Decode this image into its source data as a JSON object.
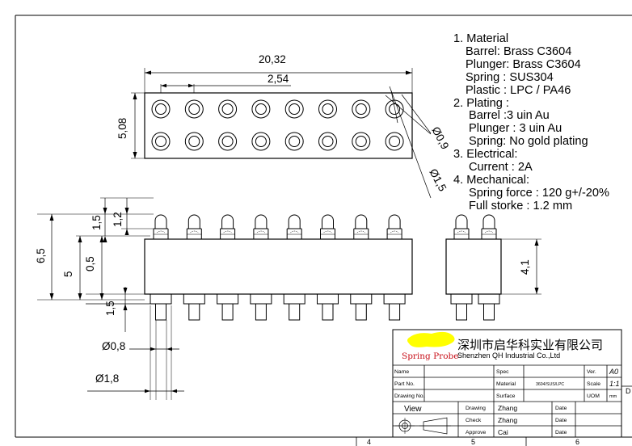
{
  "dimensions": {
    "overall_width": "20,32",
    "pitch": "2,54",
    "body_height": "5,08",
    "hole_small": "Ø0,9",
    "hole_large": "Ø1,5",
    "plunger_height": "1,5",
    "tip_height": "1,2",
    "total_height": "6,5",
    "body_thickness": "5",
    "plunger_offset": "0,5",
    "tail_length": "1,5",
    "tail_diameter": "Ø0,8",
    "collar_diameter": "Ø1,8",
    "side_body_height": "4,1"
  },
  "notes": [
    {
      "text": "1. Material",
      "level": 0
    },
    {
      "text": "Barrel: Brass C3604",
      "level": 1
    },
    {
      "text": "Plunger: Brass C3604",
      "level": 1
    },
    {
      "text": "Spring : SUS304",
      "level": 1
    },
    {
      "text": "Plastic : LPC / PA46",
      "level": 1
    },
    {
      "text": "2. Plating :",
      "level": 0
    },
    {
      "text": "Barrel :3 uin Au",
      "level": 2
    },
    {
      "text": "Plunger : 3 uin Au",
      "level": 2
    },
    {
      "text": "Spring: No gold plating",
      "level": 2
    },
    {
      "text": "3. Electrical:",
      "level": 0
    },
    {
      "text": "Current : 2A",
      "level": 2
    },
    {
      "text": "4. Mechanical:",
      "level": 0
    },
    {
      "text": "Spring force : 120 g+/-20%",
      "level": 2
    },
    {
      "text": "Full storke : 1.2 mm",
      "level": 2
    }
  ],
  "title_block": {
    "logo_text": "Spring Probe",
    "company_cn": "深圳市启华科实业有限公司",
    "company_en": "Shenzhen QH Industrial Co.,Ltd",
    "name_label": "Name",
    "part_no_label": "Part No.",
    "drawing_no_label": "Drawing No.",
    "spec_label": "Spec",
    "material_label": "Material",
    "material_value": "3604/SUS/LPC",
    "surface_label": "Surface",
    "ver_label": "Ver.",
    "ver_value": "A0",
    "scale_label": "Scale",
    "scale_value": "1:1",
    "uom_label": "UOM",
    "uom_value": "mm",
    "view_label": "View",
    "drawing_label": "Drawing",
    "check_label": "Check",
    "approve_label": "Approve",
    "drawing_name": "Zhang",
    "check_name": "Zhang",
    "approve_name": "Cai",
    "date_label": "Date"
  },
  "border": {
    "zone_numbers": [
      "4",
      "5",
      "6"
    ],
    "zone_letter": "D"
  }
}
